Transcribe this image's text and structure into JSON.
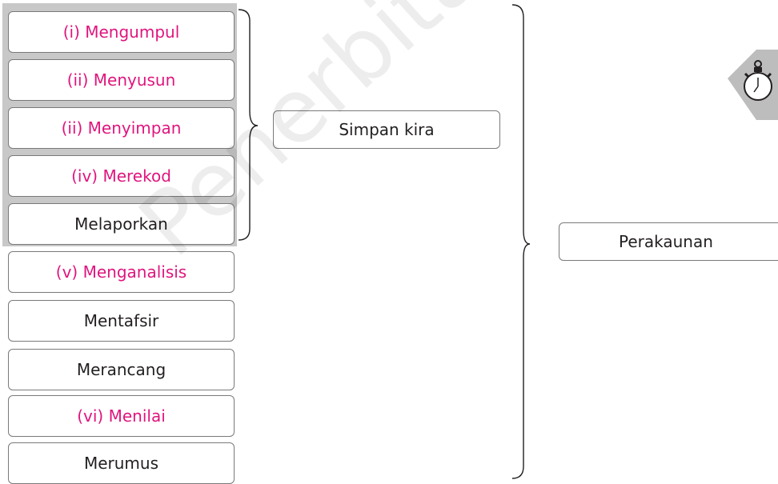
{
  "steps": [
    {
      "label": "(i)  Mengumpul",
      "highlight": true
    },
    {
      "label": "(ii)  Menyusun",
      "highlight": true
    },
    {
      "label": "(ii)  Menyimpan",
      "highlight": true
    },
    {
      "label": "(iv)  Merekod",
      "highlight": true
    },
    {
      "label": "Melaporkan",
      "highlight": false
    },
    {
      "label": "(v)  Menganalisis",
      "highlight": true
    },
    {
      "label": "Mentafsir",
      "highlight": false
    },
    {
      "label": "Merancang",
      "highlight": false
    },
    {
      "label": "(vi)  Menilai",
      "highlight": true
    },
    {
      "label": "Merumus",
      "highlight": false
    }
  ],
  "bookkeeping_label": "Simpan kira",
  "accounting_label": "Perakaunan",
  "watermark_text": "Penerbitan Pelangi Sdn. Bhd.",
  "colors": {
    "highlight": "#e0157d",
    "text": "#231f20",
    "group_background": "#c8c8c8"
  },
  "icons": [
    "stopwatch-icon"
  ]
}
